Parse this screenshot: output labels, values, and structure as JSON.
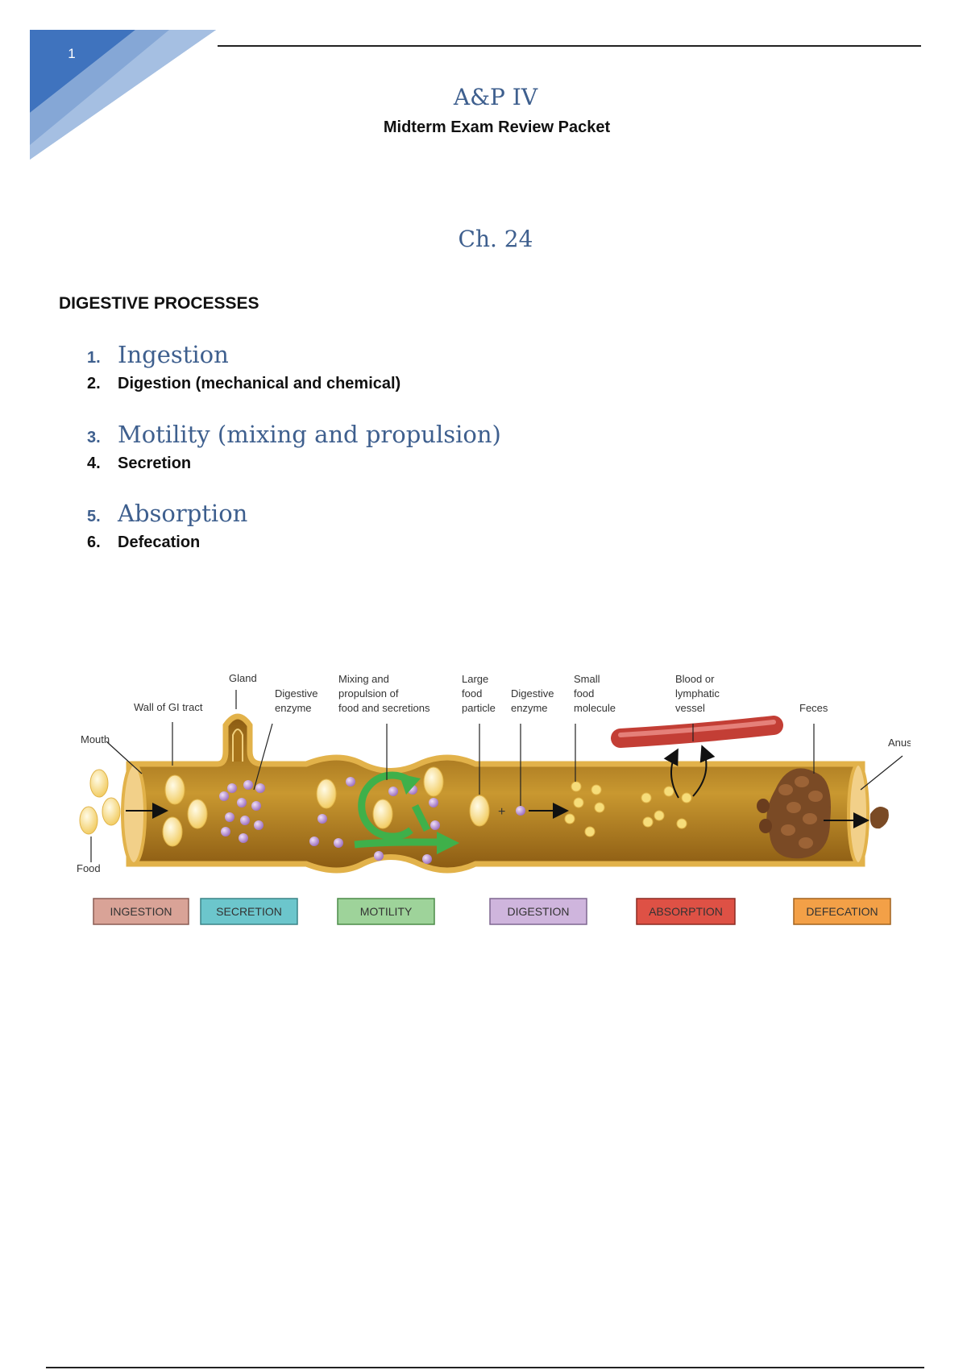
{
  "page": {
    "number": "1"
  },
  "header": {
    "title": "A&P IV",
    "subtitle": "Midterm Exam Review Packet"
  },
  "chapter": "Ch. 24",
  "section": {
    "heading": "DIGESTIVE PROCESSES",
    "items": [
      {
        "num": "1.",
        "label": "Ingestion"
      },
      {
        "num": "2.",
        "label": "Digestion (mechanical and chemical)"
      },
      {
        "num": "3.",
        "label": "Motility (mixing and propulsion)"
      },
      {
        "num": "4.",
        "label": "Secretion"
      },
      {
        "num": "5.",
        "label": "Absorption"
      },
      {
        "num": "6.",
        "label": "Defecation"
      }
    ]
  },
  "figure": {
    "labels": {
      "gland": "Gland",
      "wall": "Wall of GI tract",
      "mouth": "Mouth",
      "food": "Food",
      "dig_enzyme_1": [
        "Digestive",
        "enzyme"
      ],
      "mixing": [
        "Mixing and",
        "propulsion of",
        "food and secretions"
      ],
      "large_particle": [
        "Large",
        "food",
        "particle"
      ],
      "dig_enzyme_2": [
        "Digestive",
        "enzyme"
      ],
      "small_molecule": [
        "Small",
        "food",
        "molecule"
      ],
      "vessel": [
        "Blood or",
        "lymphatic",
        "vessel"
      ],
      "feces": "Feces",
      "anus": "Anus"
    },
    "processes": [
      {
        "label": "INGESTION",
        "color": "#d9a397"
      },
      {
        "label": "SECRETION",
        "color": "#6cc6cc"
      },
      {
        "label": "MOTILITY",
        "color": "#9ed39a"
      },
      {
        "label": "DIGESTION",
        "color": "#cfb5dd"
      },
      {
        "label": "ABSORPTION",
        "color": "#de5145"
      },
      {
        "label": "DEFECATION",
        "color": "#f3a047"
      }
    ],
    "colors": {
      "tract": "#b07d1c",
      "particle": "#f5d98a",
      "enzyme": "#a57bc4",
      "motility_arrow": "#3fb04a",
      "vessel": "#d4493f",
      "feces": "#7a4a25"
    }
  }
}
